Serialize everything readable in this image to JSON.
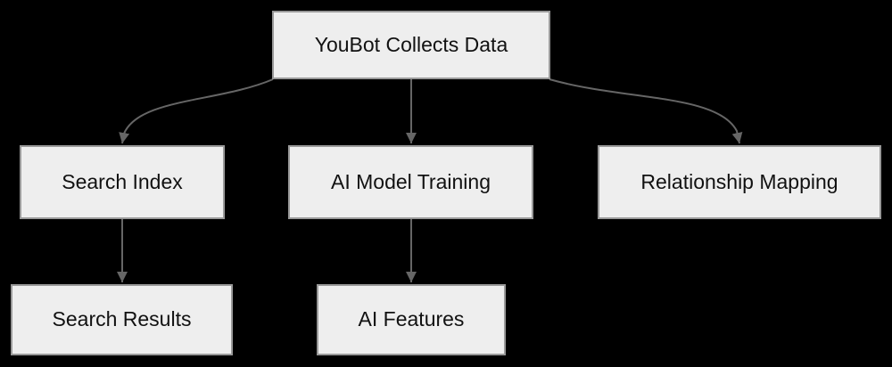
{
  "colors": {
    "background": "#000000",
    "node_fill": "#eeeeee",
    "node_border": "#999999",
    "edge": "#666666",
    "text": "#111111"
  },
  "nodes": {
    "root": {
      "label": "YouBot Collects Data"
    },
    "search_index": {
      "label": "Search Index"
    },
    "ai_model_training": {
      "label": "AI Model Training"
    },
    "relationship_mapping": {
      "label": "Relationship Mapping"
    },
    "search_results": {
      "label": "Search Results"
    },
    "ai_features": {
      "label": "AI Features"
    }
  },
  "edges": [
    {
      "from": "YouBot Collects Data",
      "to": "Search Index"
    },
    {
      "from": "YouBot Collects Data",
      "to": "AI Model Training"
    },
    {
      "from": "YouBot Collects Data",
      "to": "Relationship Mapping"
    },
    {
      "from": "Search Index",
      "to": "Search Results"
    },
    {
      "from": "AI Model Training",
      "to": "AI Features"
    }
  ]
}
